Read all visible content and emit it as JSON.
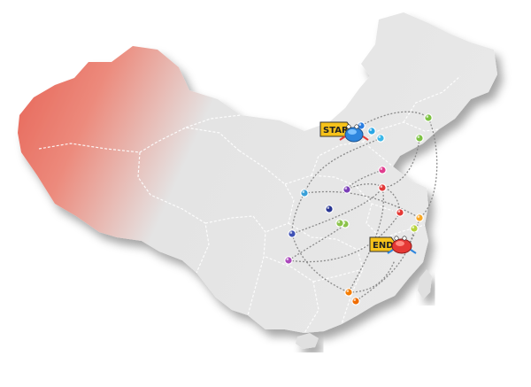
{
  "labels": {
    "start": "STAR",
    "end": "END"
  },
  "colors": {
    "map_west": "#e65c4f",
    "map_east": "#e4e4e4",
    "border_line": "#ffffff",
    "route_line": "#8a8a8a",
    "tag_fill": "#f6c21a",
    "tag_stroke": "#333333"
  },
  "icons": [
    "crab-mascot-start-icon",
    "crab-mascot-end-icon",
    "route-node-icon"
  ],
  "route": {
    "nodes": [
      {
        "id": "n1",
        "color": "#2a7de1"
      },
      {
        "id": "n2",
        "color": "#2aa7e6"
      },
      {
        "id": "n3",
        "color": "#3cb7e8"
      },
      {
        "id": "n4",
        "color": "#7cc242"
      },
      {
        "id": "n5",
        "color": "#7cc242"
      },
      {
        "id": "n6",
        "color": "#e03c8e"
      },
      {
        "id": "n7",
        "color": "#7b3fb8"
      },
      {
        "id": "n8",
        "color": "#3aa0d8"
      },
      {
        "id": "n9",
        "color": "#e23a3a"
      },
      {
        "id": "n10",
        "color": "#8bc34a"
      },
      {
        "id": "n11",
        "color": "#3f51b5"
      },
      {
        "id": "n12",
        "color": "#e53935"
      },
      {
        "id": "n13",
        "color": "#f9a825"
      },
      {
        "id": "n14",
        "color": "#b7d33c"
      },
      {
        "id": "n15",
        "color": "#8bc34a"
      },
      {
        "id": "n16",
        "color": "#283593"
      },
      {
        "id": "n17",
        "color": "#ab47bc"
      },
      {
        "id": "n18",
        "color": "#f57c00"
      },
      {
        "id": "n19",
        "color": "#ef6c00"
      }
    ]
  }
}
